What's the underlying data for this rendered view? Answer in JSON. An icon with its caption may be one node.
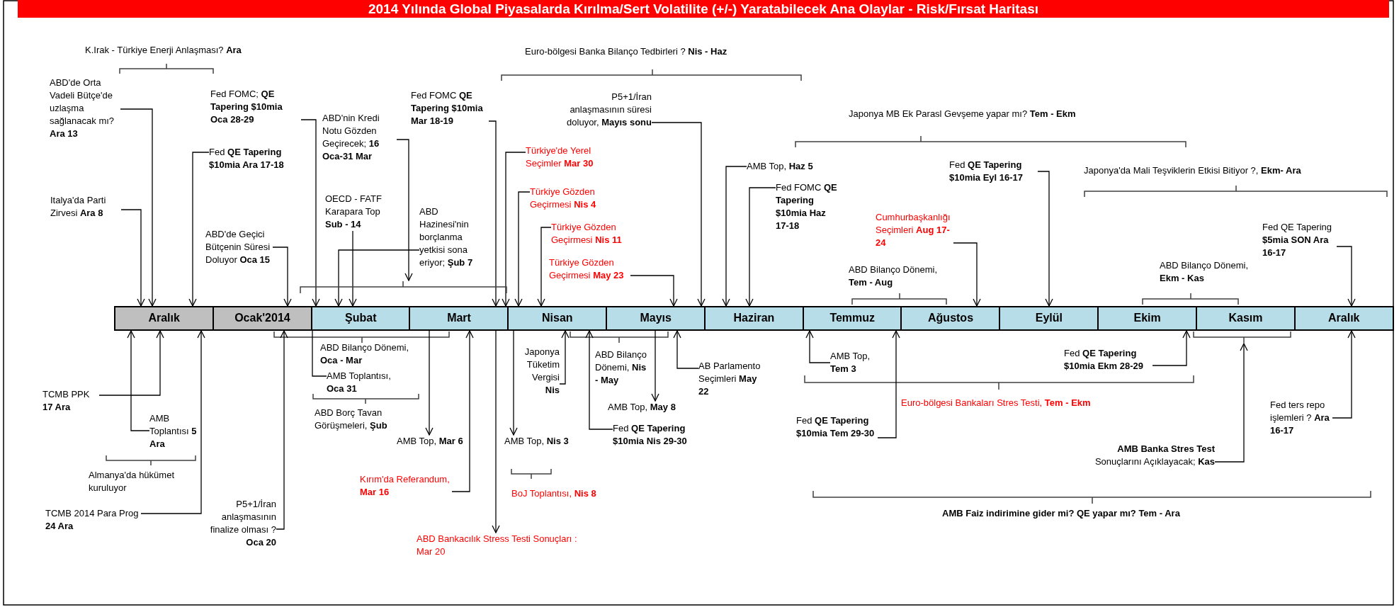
{
  "diagram": {
    "title": "2014 Yılında Global Piyasalarda Kırılma/Sert Volatilite (+/-) Yaratabilecek Ana Olaylar - Risk/Fırsat Haritası",
    "nodes": [
      {
        "text": [
          "Aralık"
        ]
      },
      {
        "text": [
          "Ocak'2014"
        ]
      },
      {
        "text": [
          "Şubat"
        ]
      },
      {
        "text": [
          "Mart"
        ]
      },
      {
        "text": [
          "Nisan"
        ]
      },
      {
        "text": [
          "Mayıs"
        ]
      },
      {
        "text": [
          "Haziran"
        ]
      },
      {
        "text": [
          "Temmuz"
        ]
      },
      {
        "text": [
          "Ağustos"
        ]
      },
      {
        "text": [
          "Eylül"
        ]
      },
      {
        "text": [
          "Ekim"
        ]
      },
      {
        "text": [
          "Kasım"
        ]
      },
      {
        "text": [
          "Aralık"
        ]
      },
      {
        "text": [
          "ABD'de Orta Vadeli Bütçe'de uzlaşma sağlanacak mı? **Ara 13**"
        ]
      },
      {
        "text": [
          "Italya'da Parti Zirvesi **Ara 8**"
        ]
      },
      {
        "text": [
          "Fed FOMC; **QE Tapering $10mia Oca 28-29**"
        ]
      },
      {
        "text": [
          "Fed **QE Tapering $10mia Ara 17-18**"
        ]
      },
      {
        "text": [
          "ABD'nin Kredi Notu Gözden Geçirecek; **16 Oca-31 Mar**"
        ]
      },
      {
        "text": [
          "OECD - FATF Karapara Top **Sub - 14**"
        ]
      },
      {
        "text": [
          "ABD Hazinesi'nin borçlanma yetkisi sona eriyor; **Şub 7**"
        ]
      },
      {
        "text": [
          "Fed FOMC **QE Tapering $10mia Mar 18-19**"
        ]
      },
      {
        "text": [
          "ABD'de Geçici Bütçenin Süresi Doluyor **Oca 15**"
        ]
      },
      {
        "text": [
          "P5+1/İran anlaşmasının süresi doluyor, **Mayıs sonu**"
        ]
      },
      {
        "text": [
          "Türkiye'de Yerel Seçimler **Mar 30**"
        ]
      },
      {
        "text": [
          "Türkiye Gözden Geçirmesi **Nis 4**"
        ]
      },
      {
        "text": [
          "Türkiye Gözden Geçirmesi **Nis 11**"
        ]
      },
      {
        "text": [
          "Türkiye Gözden Geçirmesi **May 23**"
        ]
      },
      {
        "text": [
          "AMB Top, **Haz 5**"
        ]
      },
      {
        "text": [
          "Fed FOMC **QE Tapering $10mia Haz 17-18**"
        ]
      },
      {
        "text": [
          "Fed **QE Tapering $10mia Eyl 16-17**"
        ]
      },
      {
        "text": [
          "Cumhurbaşkanlığı Seçimleri **Aug 17-24**"
        ]
      },
      {
        "text": [
          "Fed QE Tapering **$5mia SON Ara 16-17**"
        ]
      },
      {
        "text": [
          "TCMB PPK **17 Ara**"
        ]
      },
      {
        "text": [
          "AMB Toplantısı **5 Ara**"
        ]
      },
      {
        "text": [
          "TCMB 2014 Para Prog **24 Ara**"
        ]
      },
      {
        "text": [
          "P5+1/İran anlaşmasının finalize olması ? **Oca 20**"
        ]
      },
      {
        "text": [
          "AMB Toplantısı, **Oca 31**"
        ]
      },
      {
        "text": [
          "AMB Top, **Mar 6**"
        ]
      },
      {
        "text": [
          "Kırım'da Referandum, **Mar 16**"
        ]
      },
      {
        "text": [
          "ABD Bankacılık Stress Testi Sonuçları : Mar 20"
        ]
      },
      {
        "text": [
          "Japonya Tüketim Vergisi **Nis**"
        ]
      },
      {
        "text": [
          "AMB Top, **Nis 3**"
        ]
      },
      {
        "text": [
          "AMB Top, **May 8**"
        ]
      },
      {
        "text": [
          "Fed **QE Tapering $10mia Nis 29-30**"
        ]
      },
      {
        "text": [
          "AB Parlamento Seçimleri **May 22**"
        ]
      },
      {
        "text": [
          "AMB Top, **Tem 3**"
        ]
      },
      {
        "text": [
          "Fed **QE Tapering $10mia Tem 29-30**"
        ]
      },
      {
        "text": [
          "Fed **QE Tapering $10mia Ekm 28-29**"
        ]
      },
      {
        "text": [
          "**AMB Banka Stres Test** Sonuçlarını Açıklayacak; **Kas**"
        ]
      },
      {
        "text": [
          "Fed ters repo işlemleri ? **Ara 16-17**"
        ]
      },
      {
        "text": [],
        "shape": "bracket"
      },
      {
        "text": [],
        "shape": "bracket"
      }
    ],
    "edges": [
      {
        "from": 13,
        "to": 0,
        "arrow": "to"
      },
      {
        "from": 14,
        "to": 0,
        "arrow": "to"
      },
      {
        "from": 15,
        "to": 2,
        "arrow": "to"
      },
      {
        "from": 16,
        "to": 0,
        "arrow": "to"
      },
      {
        "from": 17,
        "to": 50,
        "arrow": "to"
      },
      {
        "from": 18,
        "to": 2,
        "arrow": "to"
      },
      {
        "from": 19,
        "to": 2,
        "arrow": "to"
      },
      {
        "from": 20,
        "to": 3,
        "arrow": "to"
      },
      {
        "from": 21,
        "to": 1,
        "arrow": "to"
      },
      {
        "from": 22,
        "to": 5,
        "arrow": "to"
      },
      {
        "from": 23,
        "to": 3,
        "arrow": "to"
      },
      {
        "from": 24,
        "to": 4,
        "arrow": "to"
      },
      {
        "from": 25,
        "to": 4,
        "arrow": "to"
      },
      {
        "from": 26,
        "to": 5,
        "arrow": "to"
      },
      {
        "from": 27,
        "to": 6,
        "arrow": "to"
      },
      {
        "from": 28,
        "to": 6,
        "arrow": "to"
      },
      {
        "from": 29,
        "to": 9,
        "arrow": "to"
      },
      {
        "from": 30,
        "to": 8,
        "arrow": "to"
      },
      {
        "from": 31,
        "to": 12,
        "arrow": "to"
      },
      {
        "from": 32,
        "to": 0,
        "arrow": "to"
      },
      {
        "from": 33,
        "to": 0,
        "arrow": "to"
      },
      {
        "from": 34,
        "to": 0,
        "arrow": "to"
      },
      {
        "from": 35,
        "to": 1,
        "arrow": "to"
      },
      {
        "from": 36,
        "to": 2,
        "arrow": "none"
      },
      {
        "from": 3,
        "to": 37,
        "arrow": "to"
      },
      {
        "from": 38,
        "to": 3,
        "arrow": "to"
      },
      {
        "from": 3,
        "to": 39,
        "arrow": "to"
      },
      {
        "from": 40,
        "to": 4,
        "arrow": "to"
      },
      {
        "from": 4,
        "to": 41,
        "arrow": "to"
      },
      {
        "from": 5,
        "to": 42,
        "arrow": "to"
      },
      {
        "from": 43,
        "to": 4,
        "arrow": "to"
      },
      {
        "from": 44,
        "to": 5,
        "arrow": "to"
      },
      {
        "from": 45,
        "to": 7,
        "arrow": "to"
      },
      {
        "from": 46,
        "to": 7,
        "arrow": "to"
      },
      {
        "from": 47,
        "to": 10,
        "arrow": "to"
      },
      {
        "from": 48,
        "to": 51,
        "arrow": "to"
      },
      {
        "from": 49,
        "to": 12,
        "arrow": "to"
      }
    ],
    "labels": [
      "K.Irak - Türkiye Enerji Anlaşması? **Ara**",
      "Euro-bölgesi Banka Bilanço Tedbirleri ? **Nis - Haz**",
      "Japonya MB Ek Parasl Gevşeme yapar mı? **Tem - Ekm**",
      "Japonya'da Mali Teşviklerin Etkisi Bitiyor ?, **Ekm- Ara**",
      "ABD Bilanço Dönemi, **Tem - Aug**",
      "ABD Bilanço Dönemi, **Ekm - Kas**",
      "ABD Bilanço Dönemi, **Oca - Mar**",
      "ABD Borç Tavan Görüşmeleri, **Şub**",
      "Almanya'da hükümet kuruluyor",
      "BoJ Toplantısı, **Nis 8**",
      "ABD Bilanço Dönemi, **Nis - May**",
      "Euro-bölgesi Bankaları Stres Testi, **Tem - Ekm**",
      "AMB Faiz indirimine gider mi? QE yapar mı? Tem - Ara"
    ]
  }
}
